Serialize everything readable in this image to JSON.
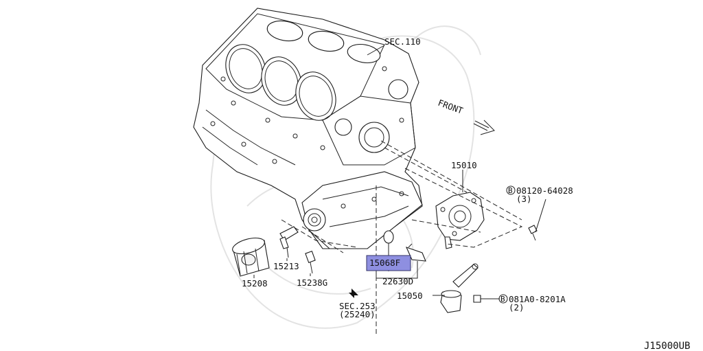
{
  "diagram": {
    "reference_code": "J15000UB",
    "direction_label": "FRONT",
    "highlight_color": "#8e8fe0",
    "callouts": {
      "sec_110": "SEC.110",
      "oil_pump": "15010",
      "bolt_pump_code": "08120-64028",
      "bolt_pump_qty": "(3)",
      "bolt_strainer_code": "081A0-8201A",
      "bolt_strainer_qty": "(2)",
      "bolt_marker": "B",
      "oil_filter": "15208",
      "connector_bolt": "15213",
      "relief_valve": "15238G",
      "gasket": "15068F",
      "pressure_switch": "22630D",
      "strainer": "15050",
      "sec_253": "SEC.253",
      "sec_253_sub": "(25240)"
    }
  }
}
